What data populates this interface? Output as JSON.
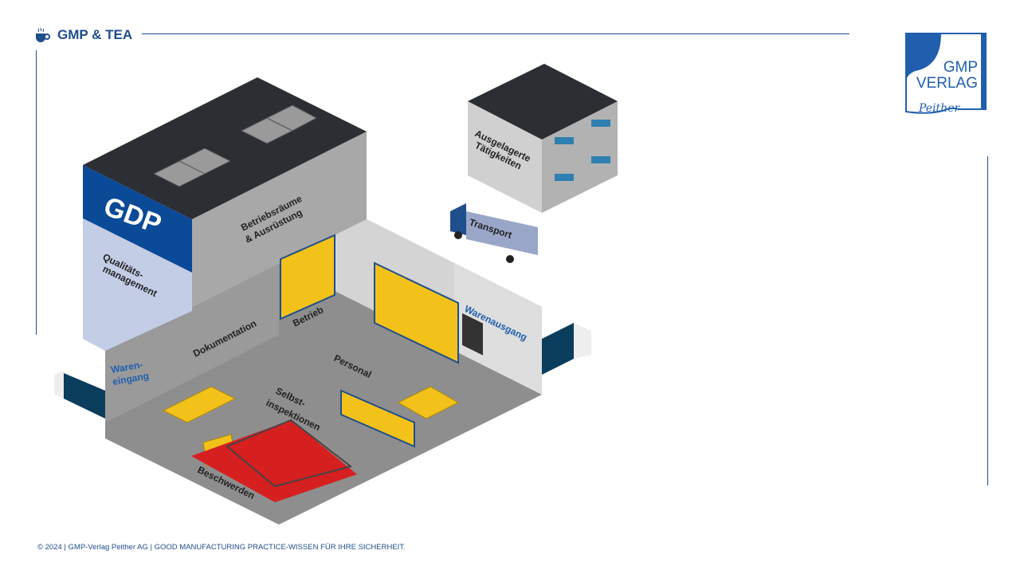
{
  "header": {
    "brand": "GMP & TEA",
    "brand_icon": "tea-cup-icon"
  },
  "logo": {
    "line1": "GMP",
    "line2": "VERLAG",
    "signature": "Peither"
  },
  "footer": {
    "text": "© 2024 | GMP-Verlag Peither AG | GOOD MANUFACTURING PRACTICE-WISSEN FÜR IHRE SICHERHEIT."
  },
  "illustration": {
    "gdp": "GDP",
    "quality_1": "Qualitäts-",
    "quality_2": "management",
    "premises_1": "Betriebsräume",
    "premises_2": "& Ausrüstung",
    "outsourced_1": "Ausgelagerte",
    "outsourced_2": "Tätigkeiten",
    "transport": "Transport",
    "documentation": "Dokumentation",
    "operations": "Betrieb",
    "goods_out": "Warenausgang",
    "goods_in_1": "Waren-",
    "goods_in_2": "eingang",
    "personnel": "Personal",
    "self_insp_1": "Selbst-",
    "self_insp_2": "inspektionen",
    "complaints": "Beschwerden"
  },
  "colors": {
    "brand": "#1f4e8c",
    "gdp_blue": "#0a4a96",
    "roof": "#2b2e33"
  }
}
